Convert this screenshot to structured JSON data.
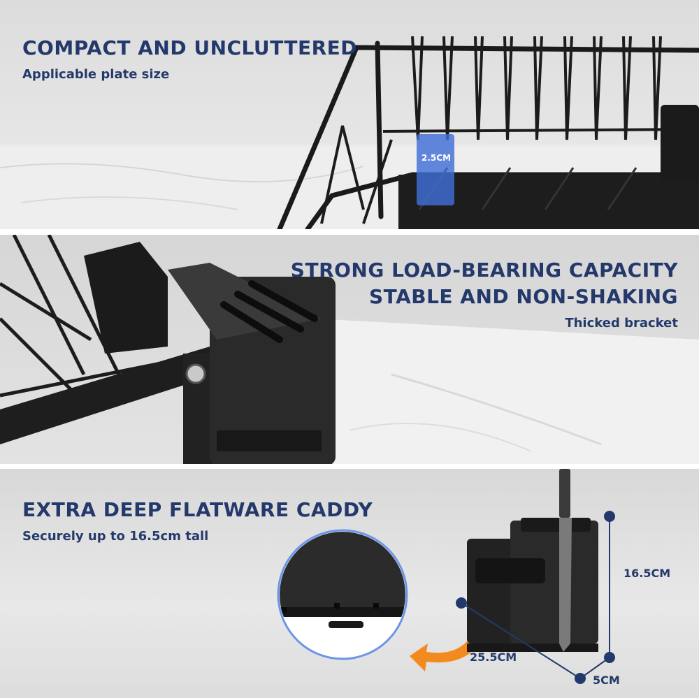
{
  "section1": {
    "title": "COMPACT AND UNCLUTTERED",
    "subtitle": "Applicable plate size",
    "measurement": "2.5CM"
  },
  "section2": {
    "title_line1": "STRONG LOAD-BEARING CAPACITY",
    "title_line2": "STABLE AND NON-SHAKING",
    "subtitle": "Thicked bracket"
  },
  "section3": {
    "title": "EXTRA DEEP FLATWARE CADDY",
    "subtitle": "Securely up to 16.5cm tall",
    "height_label": "16.5CM",
    "length_label": "25.5CM",
    "width_label": "5CM"
  },
  "colors": {
    "heading": "#24396b",
    "accent_orange": "#f28a1f",
    "highlight_blue": "#3f6fd6"
  },
  "icons": {
    "arrow": "curved-arrow-icon"
  }
}
